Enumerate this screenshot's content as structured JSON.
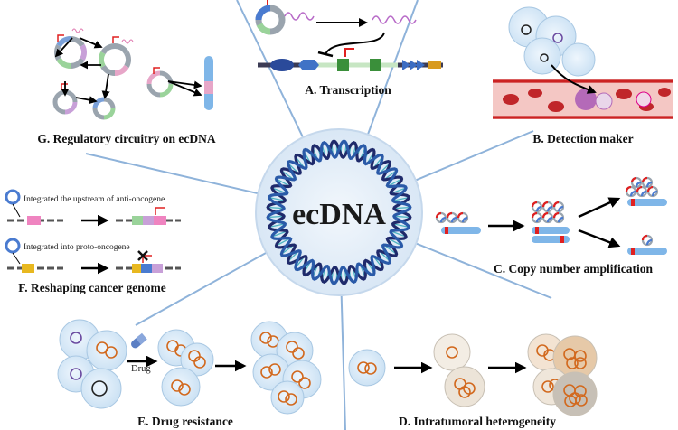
{
  "center": {
    "label": "ecDNA"
  },
  "panels": {
    "a": {
      "title": "A. Transcription"
    },
    "b": {
      "title": "B. Detection maker"
    },
    "c": {
      "title": "C. Copy number amplification"
    },
    "d": {
      "title": "D. Intratumoral heterogeneity"
    },
    "e": {
      "title": "E. Drug resistance",
      "drug_label": "Drug"
    },
    "f": {
      "title": "F. Reshaping cancer genome",
      "note_upstream": "Integrated  the upstream of anti-oncogene",
      "note_proto": "Integrated into proto-oncogene"
    },
    "g": {
      "title": "G. Regulatory circuitry on ecDNA"
    }
  },
  "colors": {
    "divider": "#8fb3da",
    "cell_fill": "#dcebf8",
    "ecdna_ring": "#d2691e",
    "chromosome": "#7fb6e8",
    "center_disc": "#e7f0fa",
    "helix_dark": "#1f2a6b",
    "helix_light": "#2aa6b5",
    "blood_vessel": "#d23a3a"
  }
}
